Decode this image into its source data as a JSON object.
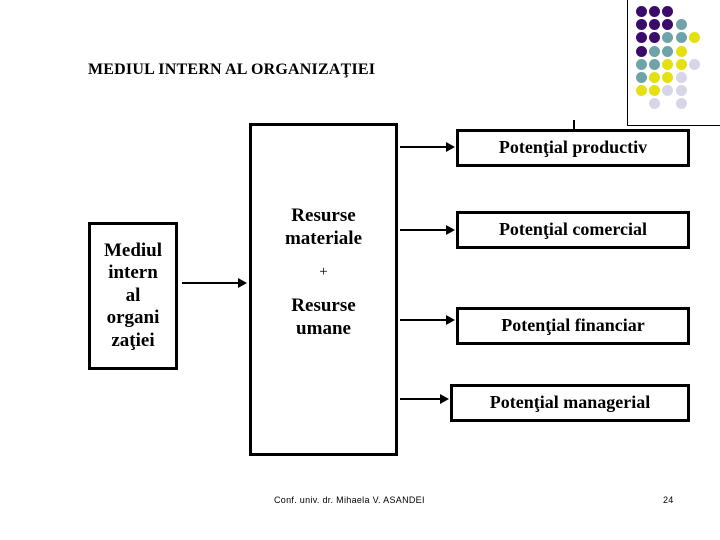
{
  "slide": {
    "title": "MEDIUL INTERN AL ORGANIZAŢIEI",
    "footer_author": "Conf. univ. dr. Mihaela V. ASANDEI",
    "page_number": "24"
  },
  "diagram": {
    "source_box": {
      "lines": [
        "Mediul",
        "intern",
        "al",
        "organi",
        "zaţiei"
      ],
      "text": "Mediul intern al organi zaţiei"
    },
    "resources_box": {
      "group_1_line_1": "Resurse",
      "group_1_line_2": "materiale",
      "operator": "+",
      "group_2_line_1": "Resurse",
      "group_2_line_2": "umane"
    },
    "outputs": [
      {
        "label": "Potenţial productiv"
      },
      {
        "label": "Potenţial comercial"
      },
      {
        "label": "Potenţial financiar"
      },
      {
        "label": "Potenţial managerial"
      }
    ]
  },
  "decoration": {
    "colors": {
      "dark_purple": "#3B0B6B",
      "teal": "#6FA3A8",
      "yellow": "#E5E011",
      "lavender": "#D6D6E8"
    },
    "dot_grid": [
      [
        "dark_purple",
        "dark_purple",
        "dark_purple",
        null,
        null
      ],
      [
        "dark_purple",
        "dark_purple",
        "dark_purple",
        "teal",
        null
      ],
      [
        "dark_purple",
        "dark_purple",
        "teal",
        "teal",
        "yellow"
      ],
      [
        "dark_purple",
        "teal",
        "teal",
        "yellow",
        null
      ],
      [
        "teal",
        "teal",
        "yellow",
        "yellow",
        "lavender"
      ],
      [
        "teal",
        "yellow",
        "yellow",
        "lavender",
        null
      ],
      [
        "yellow",
        "yellow",
        "lavender",
        "lavender",
        null
      ],
      [
        null,
        "lavender",
        null,
        "lavender",
        null
      ]
    ]
  }
}
